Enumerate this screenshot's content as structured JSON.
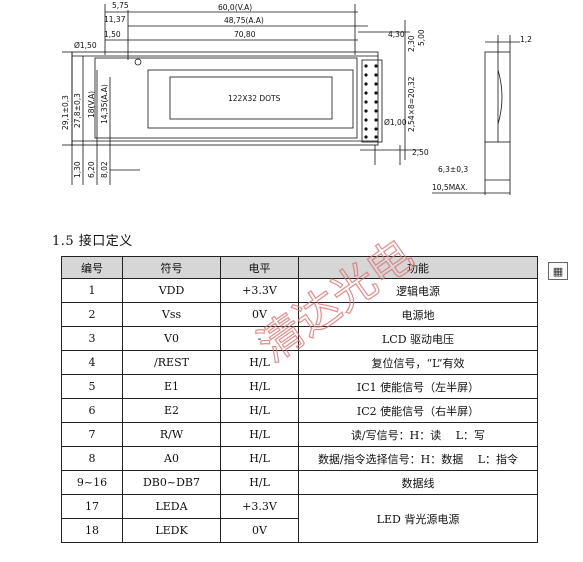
{
  "drawing": {
    "dims": {
      "d575": "5,75",
      "d600": "60,0(V.A)",
      "d1137": "11,37",
      "d4875": "48,75(A.A)",
      "d150a": "1,50",
      "d7080": "70,80",
      "d430": "4,30",
      "d230": "2,30",
      "d500": "5,00",
      "d12": "1,2",
      "phi150": "Ø1,50",
      "dots": "122X32 DOTS",
      "d291": "29,1±0,3",
      "d278": "27,8±0,3",
      "d18va": "18(V.A)",
      "d1435": "14,35(A.A)",
      "phi100": "Ø1,00",
      "d254": "2,54×8=20,32",
      "d130": "1,30",
      "d620": "6,20",
      "d802": "8,02",
      "d250": "2,50",
      "d63": "6,3±0,3",
      "d105": "10,5MAX."
    }
  },
  "section": {
    "title": "1.5 接口定义"
  },
  "table": {
    "headers": [
      "编号",
      "符号",
      "电平",
      "功能"
    ],
    "rows": [
      {
        "no": "1",
        "sym": "VDD",
        "level": "+3.3V",
        "func": "逻辑电源"
      },
      {
        "no": "2",
        "sym": "Vss",
        "level": "0V",
        "func": "电源地"
      },
      {
        "no": "3",
        "sym": "V0",
        "level": "-",
        "func": "LCD 驱动电压"
      },
      {
        "no": "4",
        "sym": "/REST",
        "level": "H/L",
        "func": "复位信号，“L”有效"
      },
      {
        "no": "5",
        "sym": "E1",
        "level": "H/L",
        "func": "IC1 使能信号（左半屏）"
      },
      {
        "no": "6",
        "sym": "E2",
        "level": "H/L",
        "func": "IC2 使能信号（右半屏）"
      },
      {
        "no": "7",
        "sym": "R/W",
        "level": "H/L",
        "func": "读/写信号：H：读　 L：写"
      },
      {
        "no": "8",
        "sym": "A0",
        "level": "H/L",
        "func": "数据/指令选择信号：H：数据　 L：指令"
      },
      {
        "no": "9~16",
        "sym": "DB0~DB7",
        "level": "H/L",
        "func": "数据线"
      },
      {
        "no": "17",
        "sym": "LEDA",
        "level": "+3.3V"
      },
      {
        "no": "18",
        "sym": "LEDK",
        "level": "0V"
      }
    ],
    "merged_func": "LED 背光源电源"
  },
  "watermark": {
    "text": "清达光电",
    "color": "#e07070"
  },
  "toolbar": {
    "icon": "table-view-icon"
  }
}
